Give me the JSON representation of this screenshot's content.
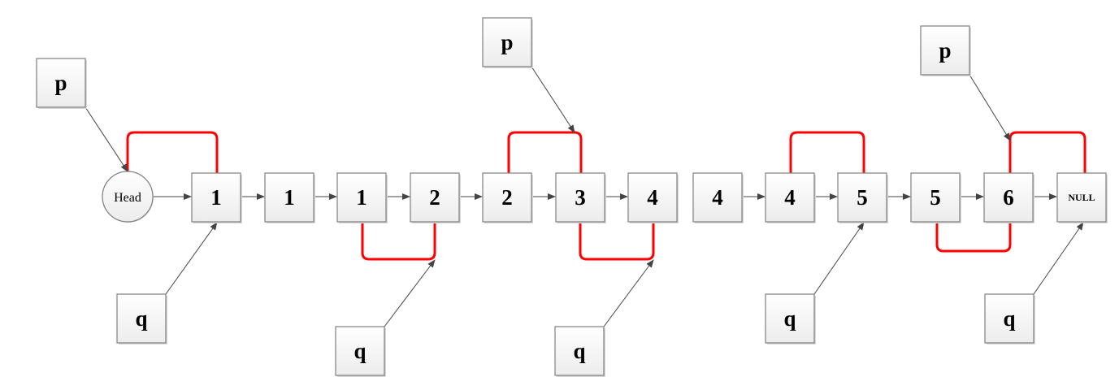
{
  "head_label": "Head",
  "nodes": [
    "1",
    "1",
    "1",
    "2",
    "2",
    "3",
    "4",
    "4",
    "4",
    "5",
    "5",
    "6",
    "NULL"
  ],
  "pointers": [
    {
      "label": "p",
      "target": "head"
    },
    {
      "label": "q",
      "target": "node-1"
    },
    {
      "label": "p",
      "target": "node-6"
    },
    {
      "label": "q",
      "target": "node-4"
    },
    {
      "label": "q",
      "target": "node-7"
    },
    {
      "label": "q",
      "target": "node-10"
    },
    {
      "label": "p",
      "target": "node-12"
    },
    {
      "label": "q",
      "target": "node-13"
    }
  ],
  "colors": {
    "link": "#ff0000",
    "arrow": "#444444",
    "box_border": "#7f7f7f"
  }
}
